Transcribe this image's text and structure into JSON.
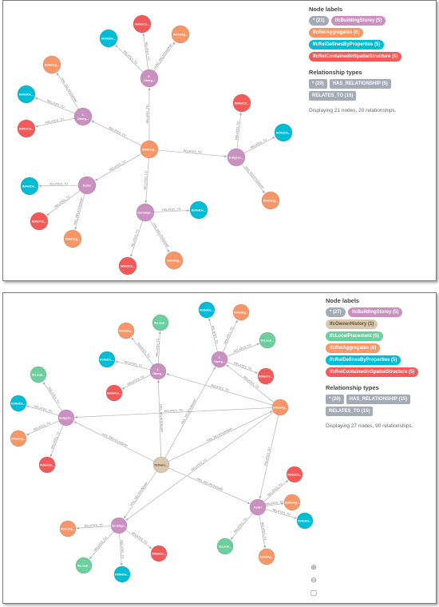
{
  "colors": {
    "building_storey": "#c990c0",
    "rel_aggregates": "#f79767",
    "rel_defines": "#00bcd4",
    "rel_contained": "#f25a5a",
    "owner_history": "#d9c8ae",
    "local_placement": "#6dce9e",
    "relationship": "#a5abb6"
  },
  "panel1": {
    "node_labels_title": "Node labels",
    "node_chips": [
      {
        "label": "* (21)",
        "color": "#a5abb6"
      },
      {
        "label": "IfcBuildingStorey (5)",
        "color": "#c990c0"
      },
      {
        "label": "IfcRelAggregates (6)",
        "color": "#f79767"
      },
      {
        "label": "IfcRelDefinesByProperties (5)",
        "color": "#00bcd4"
      },
      {
        "label": "IfcRelContainedInSpatialStructure (5)",
        "color": "#f25a5a"
      }
    ],
    "rel_types_title": "Relationship types",
    "rel_chips": [
      "* (20)",
      "HAS_RELATIONSHIP (5)",
      "RELATES_TO (15)"
    ],
    "status": "Displaying 21 nodes, 20 relationships."
  },
  "panel2": {
    "node_labels_title": "Node labels",
    "node_chips": [
      {
        "label": "* (27)",
        "color": "#a5abb6"
      },
      {
        "label": "IfcBuildingStorey (5)",
        "color": "#c990c0"
      },
      {
        "label": "IfcOwnerHistory (1)",
        "color": "#d9c8ae"
      },
      {
        "label": "IfcLocalPlacement (5)",
        "color": "#6dce9e"
      },
      {
        "label": "IfcRelAggregates (6)",
        "color": "#f79767"
      },
      {
        "label": "IfcRelDefinesByProperties (5)",
        "color": "#00bcd4"
      },
      {
        "label": "IfcRelContainedInSpatialStructure (5)",
        "color": "#f25a5a"
      }
    ],
    "rel_types_title": "Relationship types",
    "rel_chips": [
      "* (20)",
      "HAS_RELATIONSHIP (15)",
      "RELATES_TO (15)"
    ],
    "status": "Displaying 27 nodes, 90 relationships.",
    "zoom_icons": [
      "zoom-in-icon",
      "zoom-out-icon",
      "fit-icon"
    ]
  },
  "graph1": {
    "nodes": [
      {
        "id": "c",
        "type": "agg",
        "label": "IfcRelAg..."
      },
      {
        "id": "s2",
        "type": "storey",
        "label": "2. Oberg..."
      },
      {
        "id": "s1",
        "type": "storey",
        "label": "1. Oberg..."
      },
      {
        "id": "se",
        "type": "storey",
        "label": "Erdgesc..."
      },
      {
        "id": "sk",
        "type": "storey",
        "label": "Keller"
      },
      {
        "id": "su",
        "type": "storey",
        "label": "Gerüstge..."
      },
      {
        "id": "a2a",
        "type": "contained",
        "label": "IfcRelCo..."
      },
      {
        "id": "a2b",
        "type": "defines",
        "label": "IfcRelDe..."
      },
      {
        "id": "a2c",
        "type": "agg",
        "label": "IfcRelAg..."
      },
      {
        "id": "a1a",
        "type": "agg",
        "label": "IfcRelAg..."
      },
      {
        "id": "a1b",
        "type": "defines",
        "label": "IfcRelDe..."
      },
      {
        "id": "a1c",
        "type": "contained",
        "label": "IfcRelCo..."
      },
      {
        "id": "aea",
        "type": "contained",
        "label": "IfcRelCo..."
      },
      {
        "id": "aeb",
        "type": "defines",
        "label": "IfcRelDe..."
      },
      {
        "id": "aec",
        "type": "agg",
        "label": "IfcRelAg..."
      },
      {
        "id": "aka",
        "type": "defines",
        "label": "IfcRelDe..."
      },
      {
        "id": "akb",
        "type": "contained",
        "label": "IfcRelCo..."
      },
      {
        "id": "akc",
        "type": "agg",
        "label": "IfcRelAg..."
      },
      {
        "id": "aua",
        "type": "defines",
        "label": "IfcRelDe..."
      },
      {
        "id": "aub",
        "type": "contained",
        "label": "IfcRelCo..."
      },
      {
        "id": "auc",
        "type": "agg",
        "label": "IfcRelAg..."
      }
    ],
    "edges": [
      {
        "from": "c",
        "to": "s2",
        "label": "RELATES_TO"
      },
      {
        "from": "c",
        "to": "s1",
        "label": "RELATES_TO"
      },
      {
        "from": "c",
        "to": "se",
        "label": "RELATES_TO"
      },
      {
        "from": "c",
        "to": "sk",
        "label": "RELATES_TO"
      },
      {
        "from": "c",
        "to": "su",
        "label": "RELATES_TO"
      },
      {
        "from": "s2",
        "to": "a2a",
        "label": "RELATES_TO"
      },
      {
        "from": "s2",
        "to": "a2b",
        "label": "RELATES_TO"
      },
      {
        "from": "s2",
        "to": "a2c",
        "label": "HAS_RELATIONSHIP"
      },
      {
        "from": "s1",
        "to": "a1a",
        "label": "HAS_RELATIONSHIP"
      },
      {
        "from": "s1",
        "to": "a1b",
        "label": "RELATES_TO"
      },
      {
        "from": "s1",
        "to": "a1c",
        "label": "RELATES_TO"
      },
      {
        "from": "se",
        "to": "aea",
        "label": "RELATES_TO"
      },
      {
        "from": "se",
        "to": "aeb",
        "label": "RELATES_TO"
      },
      {
        "from": "se",
        "to": "aec",
        "label": "HAS_RELATIONSHIP"
      },
      {
        "from": "sk",
        "to": "aka",
        "label": "RELATES_TO"
      },
      {
        "from": "sk",
        "to": "akb",
        "label": "RELATES_TO"
      },
      {
        "from": "sk",
        "to": "akc",
        "label": "HAS_RELATIONSHIP"
      },
      {
        "from": "su",
        "to": "aua",
        "label": "RELATES_TO"
      },
      {
        "from": "su",
        "to": "aub",
        "label": "RELATES_TO"
      },
      {
        "from": "su",
        "to": "auc",
        "label": "HAS_RELATIONSHIP"
      }
    ]
  },
  "graph2": {
    "nodes": [
      {
        "id": "o",
        "type": "owner",
        "label": "IfcOwne..."
      },
      {
        "id": "ra",
        "type": "agg",
        "label": "IfcRelAg..."
      },
      {
        "id": "s2",
        "type": "storey",
        "label": "2. Oberg..."
      },
      {
        "id": "s1",
        "type": "storey",
        "label": "1. Oberg..."
      },
      {
        "id": "se",
        "type": "storey",
        "label": "Erdgesc..."
      },
      {
        "id": "sk",
        "type": "storey",
        "label": "Keller"
      },
      {
        "id": "su",
        "type": "storey",
        "label": "Gerüstge..."
      },
      {
        "id": "l2",
        "type": "local",
        "label": "IfcLocal..."
      },
      {
        "id": "a2",
        "type": "agg",
        "label": "IfcRelAg..."
      },
      {
        "id": "d2",
        "type": "defines",
        "label": "IfcRelDe..."
      },
      {
        "id": "c2",
        "type": "contained",
        "label": "IfcRelCo..."
      },
      {
        "id": "d1",
        "type": "defines",
        "label": "IfcRelDe..."
      },
      {
        "id": "a1",
        "type": "agg",
        "label": "IfcRelAg..."
      },
      {
        "id": "l1",
        "type": "local",
        "label": "IfcLocal..."
      },
      {
        "id": "c1",
        "type": "contained",
        "label": "IfcRelCo..."
      },
      {
        "id": "le",
        "type": "local",
        "label": "IfcLocal..."
      },
      {
        "id": "de",
        "type": "defines",
        "label": "IfcRelDe..."
      },
      {
        "id": "ae",
        "type": "agg",
        "label": "IfcRelAg..."
      },
      {
        "id": "ce",
        "type": "contained",
        "label": "IfcRelCo..."
      },
      {
        "id": "ck",
        "type": "contained",
        "label": "IfcRelCo..."
      },
      {
        "id": "ak",
        "type": "agg",
        "label": "IfcRelAg..."
      },
      {
        "id": "dk",
        "type": "defines",
        "label": "IfcRelDe..."
      },
      {
        "id": "lk",
        "type": "local",
        "label": "IfcLocal..."
      },
      {
        "id": "ak2",
        "type": "agg",
        "label": "IfcRelAg..."
      },
      {
        "id": "au",
        "type": "agg",
        "label": "IfcRelAg..."
      },
      {
        "id": "lu",
        "type": "local",
        "label": "IfcLocal..."
      },
      {
        "id": "du",
        "type": "defines",
        "label": "IfcRelDe..."
      },
      {
        "id": "cu",
        "type": "contained",
        "label": "IfcRelCo..."
      }
    ],
    "edges": [
      {
        "from": "ra",
        "to": "s2",
        "label": "RELATES_TO"
      },
      {
        "from": "ra",
        "to": "s1",
        "label": "RELATES_TO"
      },
      {
        "from": "ra",
        "to": "se",
        "label": "RELATES_TO"
      },
      {
        "from": "ra",
        "to": "sk",
        "label": "RELATES_TO"
      },
      {
        "from": "ra",
        "to": "su",
        "label": "RELATES_TO"
      },
      {
        "from": "o",
        "to": "s2",
        "label": "HAS_RELATIONSHIP"
      },
      {
        "from": "o",
        "to": "s1",
        "label": "HAS_RELATIONSHIP"
      },
      {
        "from": "o",
        "to": "se",
        "label": "HAS_RELATIONSHIP"
      },
      {
        "from": "o",
        "to": "sk",
        "label": "HAS_RELATIONSHIP"
      },
      {
        "from": "o",
        "to": "su",
        "label": "HAS_RELATIONSHIP"
      },
      {
        "from": "o",
        "to": "ra",
        "label": "HAS_RELATIONSHIP"
      },
      {
        "from": "s2",
        "to": "l2",
        "label": "RELATES_TO"
      },
      {
        "from": "s2",
        "to": "a2",
        "label": "RELATES_TO"
      },
      {
        "from": "s2",
        "to": "d2",
        "label": "RELATES_TO"
      },
      {
        "from": "s2",
        "to": "c2",
        "label": "RELATES_TO"
      },
      {
        "from": "s1",
        "to": "d1",
        "label": "RELATES_TO"
      },
      {
        "from": "s1",
        "to": "a1",
        "label": "RELATES_TO"
      },
      {
        "from": "s1",
        "to": "l1",
        "label": "RELATES_TO"
      },
      {
        "from": "s1",
        "to": "c1",
        "label": "RELATES_TO"
      },
      {
        "from": "se",
        "to": "le",
        "label": "RELATES_TO"
      },
      {
        "from": "se",
        "to": "de",
        "label": "RELATES_TO"
      },
      {
        "from": "se",
        "to": "ae",
        "label": "RELATES_TO"
      },
      {
        "from": "se",
        "to": "ce",
        "label": "RELATES_TO"
      },
      {
        "from": "sk",
        "to": "ck",
        "label": "RELATES_TO"
      },
      {
        "from": "sk",
        "to": "ak",
        "label": "RELATES_TO"
      },
      {
        "from": "sk",
        "to": "dk",
        "label": "RELATES_TO"
      },
      {
        "from": "sk",
        "to": "lk",
        "label": "RELATES_TO"
      },
      {
        "from": "sk",
        "to": "ak2",
        "label": "RELATES_TO"
      },
      {
        "from": "su",
        "to": "au",
        "label": "RELATES_TO"
      },
      {
        "from": "su",
        "to": "lu",
        "label": "RELATES_TO"
      },
      {
        "from": "su",
        "to": "du",
        "label": "RELATES_TO"
      },
      {
        "from": "su",
        "to": "cu",
        "label": "RELATES_TO"
      }
    ]
  }
}
